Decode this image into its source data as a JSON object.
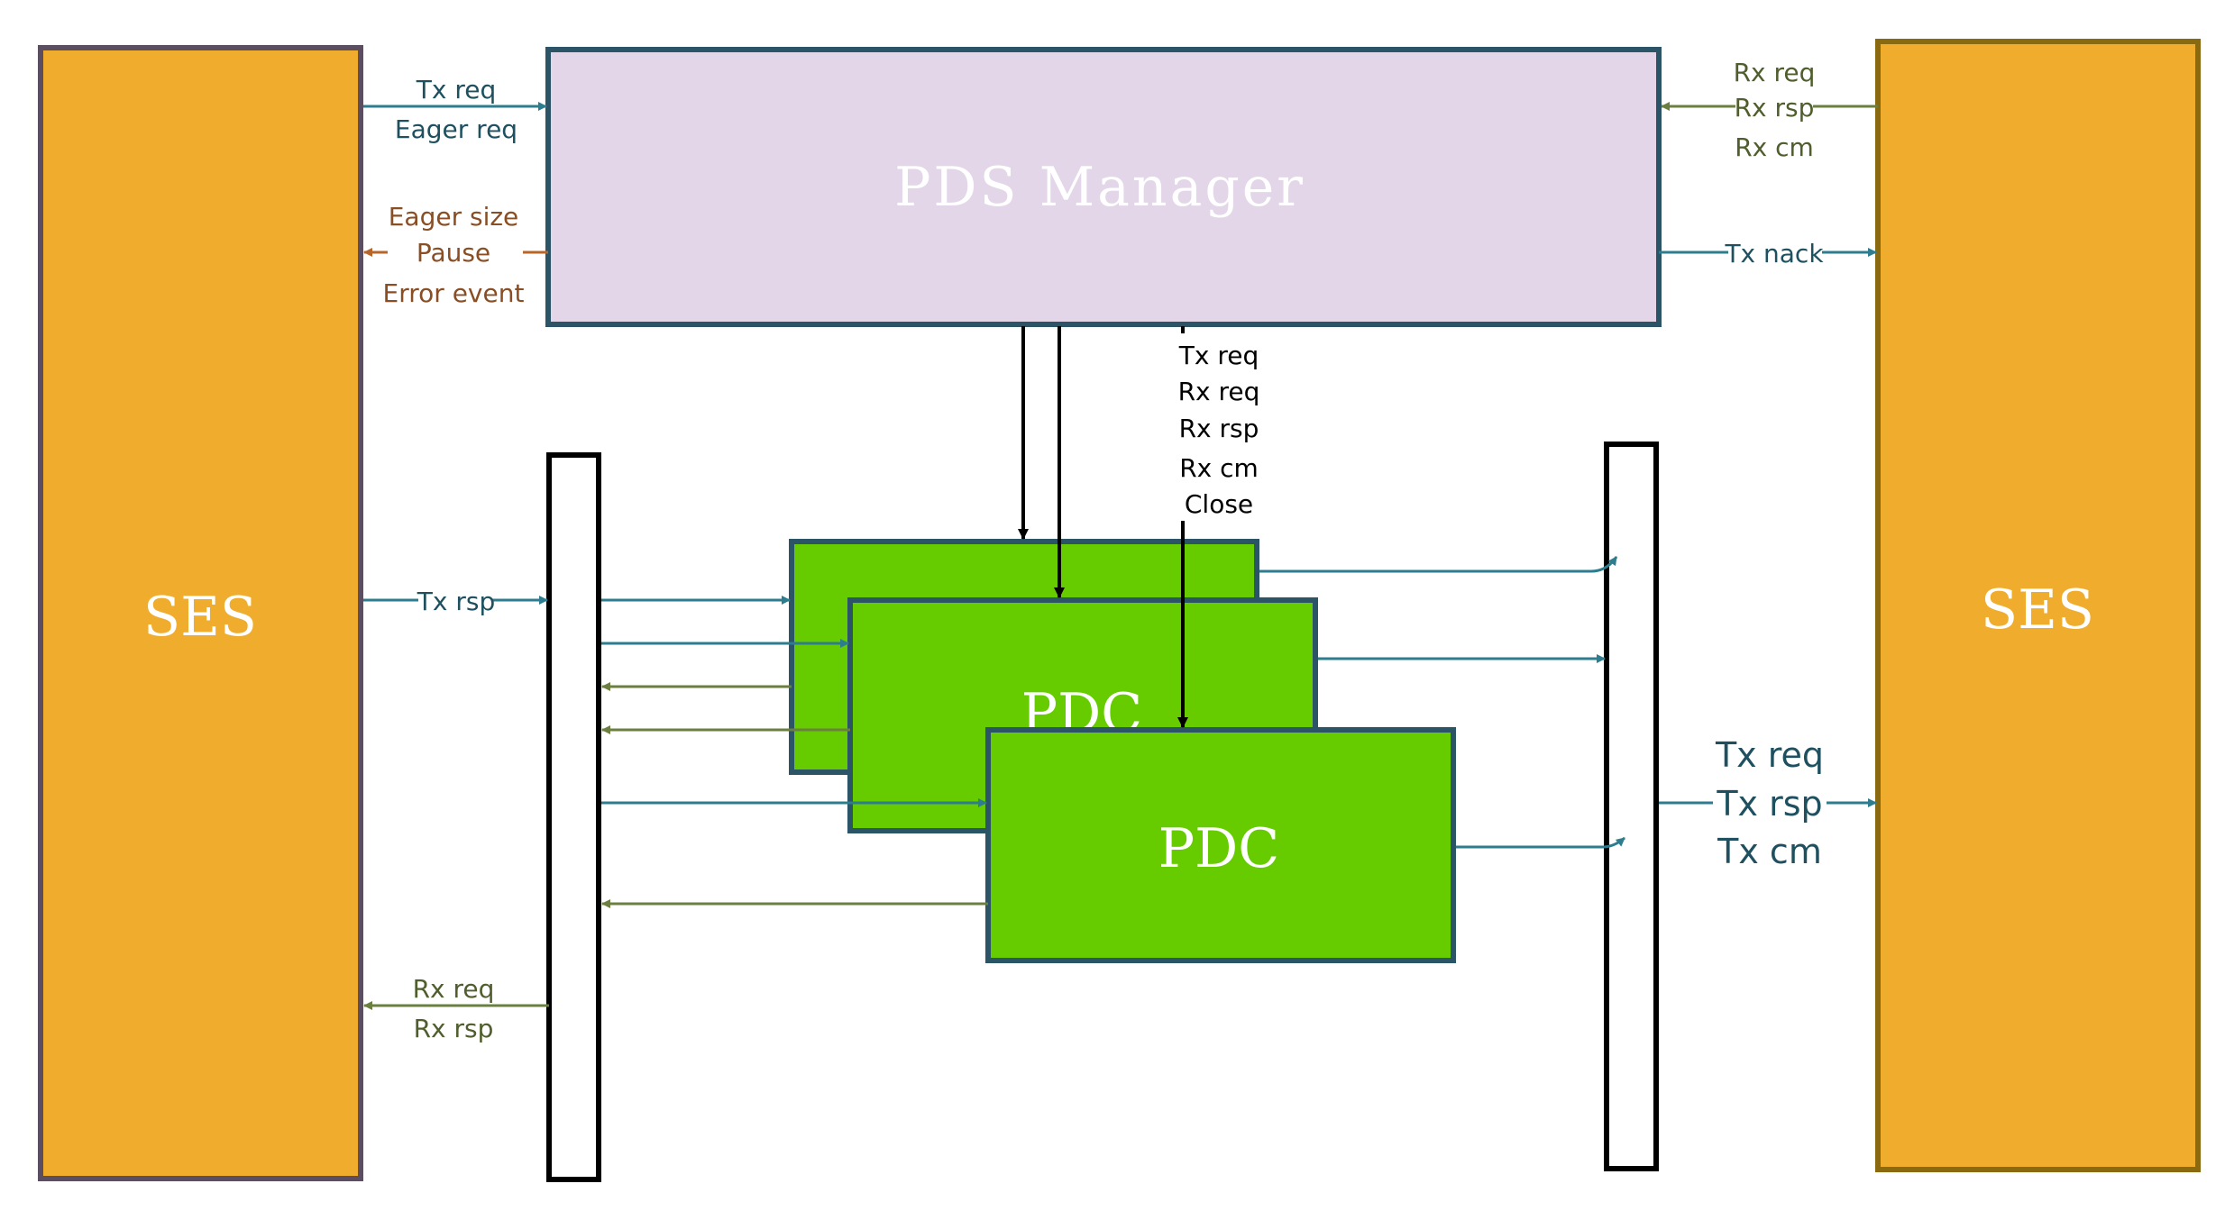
{
  "colors": {
    "ses_fill": "#F0AD2D",
    "ses_left_border": "#5A4E60",
    "ses_right_border": "#8A6A10",
    "pds_fill": "#E2D6E8",
    "pds_border": "#2B5466",
    "pdc_fill": "#66CC00",
    "pdc_border": "#2B5466",
    "teal": "#2E7D8E",
    "teal_text": "#1F5060",
    "olive": "#6B8040",
    "olive_text": "#4F5E2C",
    "brown": "#B8652A",
    "brown_text": "#8A4E24",
    "black": "#000000"
  },
  "nodes": {
    "ses_left": {
      "label": "SES"
    },
    "ses_right": {
      "label": "SES"
    },
    "pds_manager": {
      "label": "PDS Manager"
    },
    "pdc_back": {
      "label": ""
    },
    "pdc_middle": {
      "label": "PDC"
    },
    "pdc_front": {
      "label": "PDC"
    },
    "bus_left": {
      "label": ""
    },
    "bus_right": {
      "label": ""
    }
  },
  "labels": {
    "left_tx_req": "Tx req",
    "left_eager_req": "Eager req",
    "left_eager_size": "Eager size",
    "left_pause": "Pause",
    "left_error_event": "Error event",
    "left_tx_rsp": "Tx rsp",
    "left_rx_req": "Rx req",
    "left_rx_rsp": "Rx rsp",
    "right_rx_req": "Rx req",
    "right_rx_rsp": "Rx rsp",
    "right_rx_cm": "Rx cm",
    "right_tx_nack": "Tx nack",
    "center_tx_req": "Tx req",
    "center_rx_req": "Rx req",
    "center_rx_rsp": "Rx rsp",
    "center_rx_cm": "Rx cm",
    "center_close": "Close",
    "right_tx_req": "Tx req",
    "right_tx_rsp": "Tx rsp",
    "right_tx_cm": "Tx cm"
  }
}
